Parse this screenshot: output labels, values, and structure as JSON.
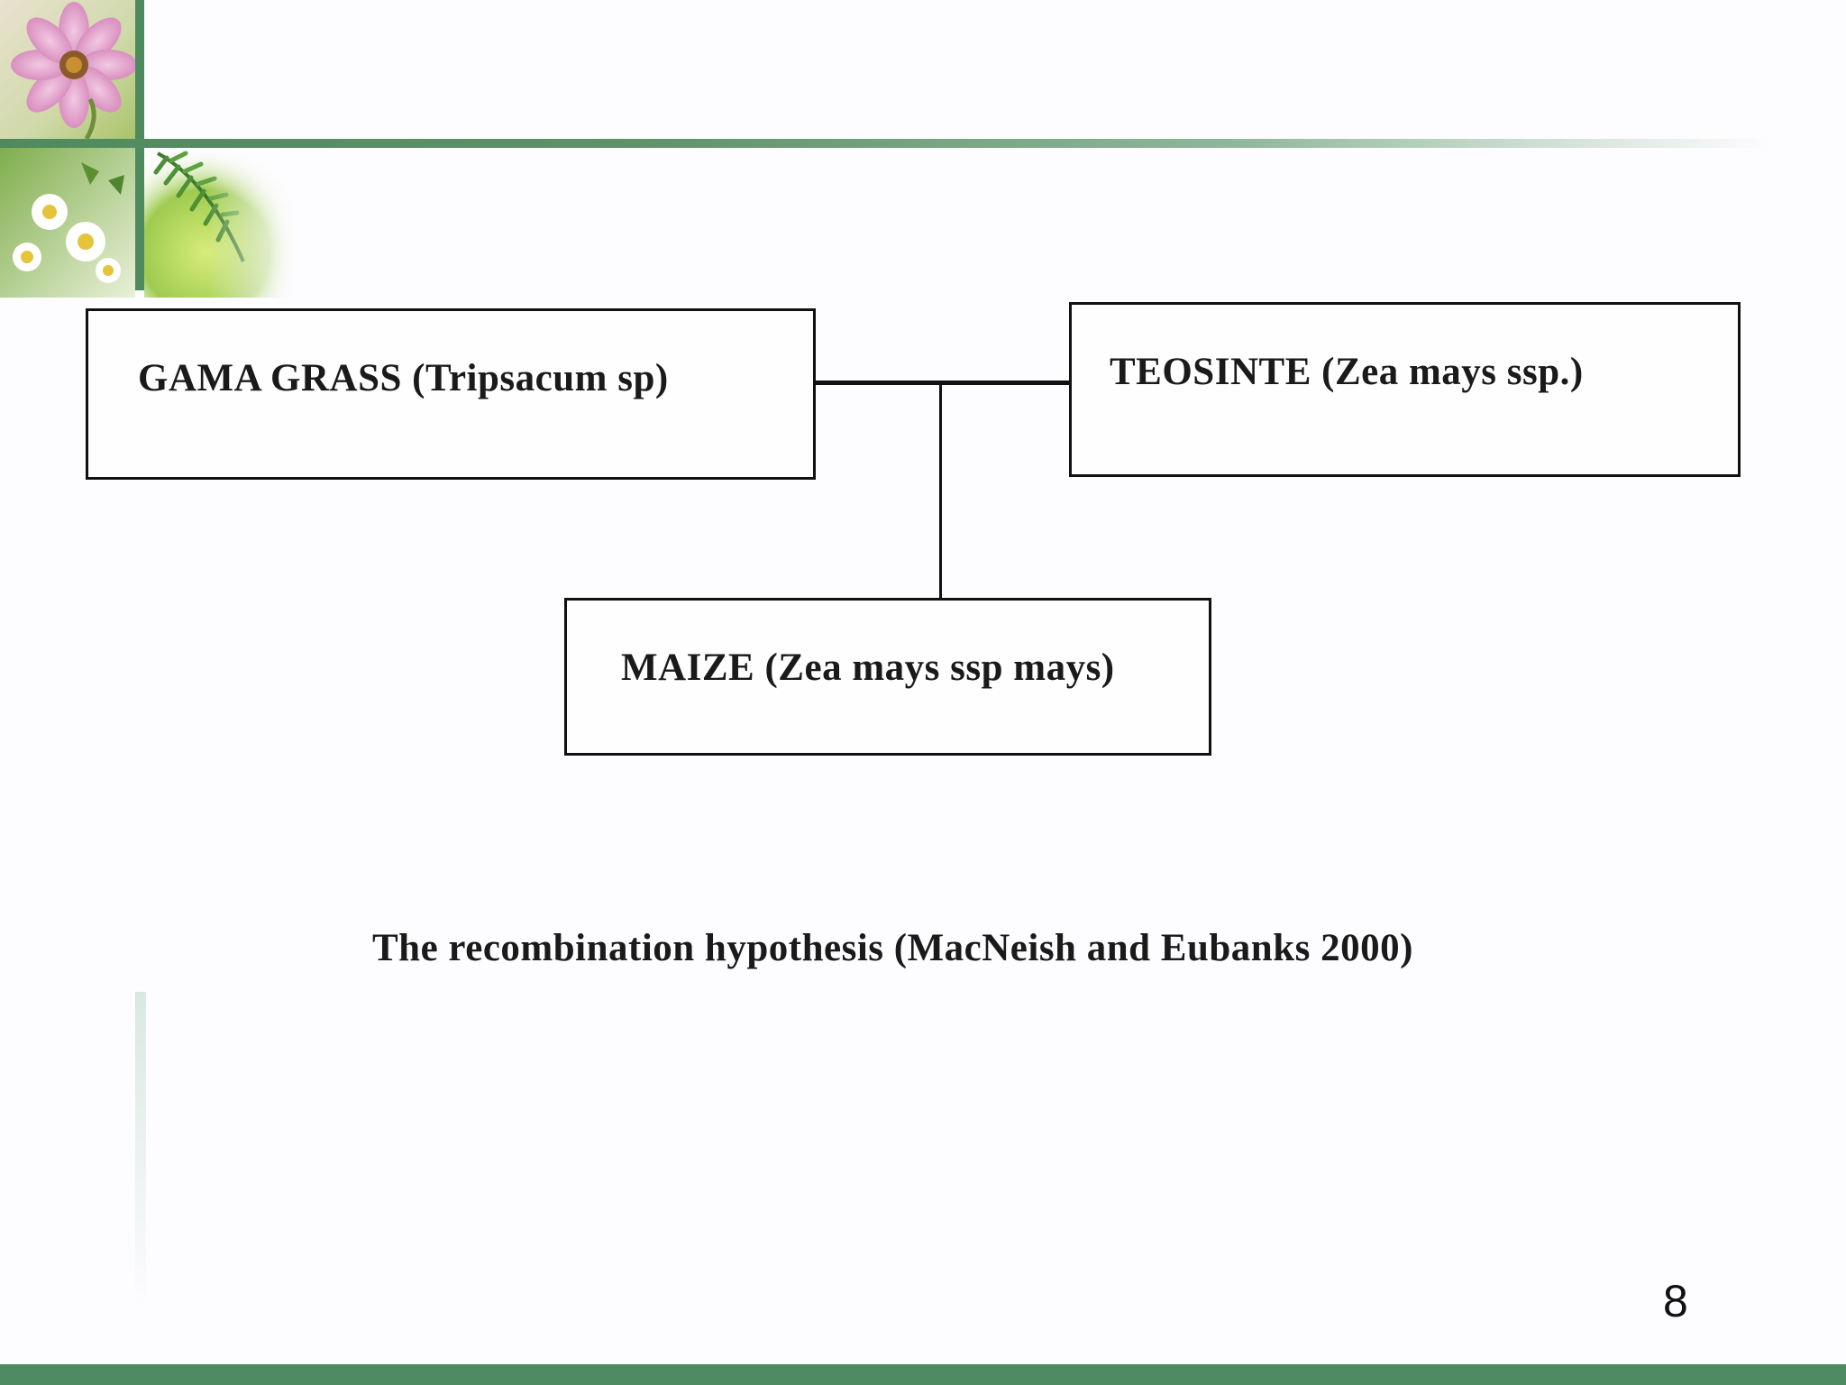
{
  "diagram": {
    "nodes": {
      "gama_grass": "GAMA GRASS (Tripsacum sp)",
      "teosinte": "TEOSINTE (Zea mays ssp.)",
      "maize": "MAIZE (Zea mays ssp mays)"
    },
    "caption": "The recombination hypothesis (MacNeish and Eubanks 2000)"
  },
  "slide": {
    "page_number": "8"
  },
  "colors": {
    "accent_green": "#4e8b63",
    "box_border": "#111111",
    "text": "#1a1a1a"
  },
  "decorations": {
    "corner_art": "floral-collage",
    "icons": [
      "cosmos-flower-icon",
      "daisy-flowers-icon",
      "fern-leaf-icon"
    ]
  }
}
